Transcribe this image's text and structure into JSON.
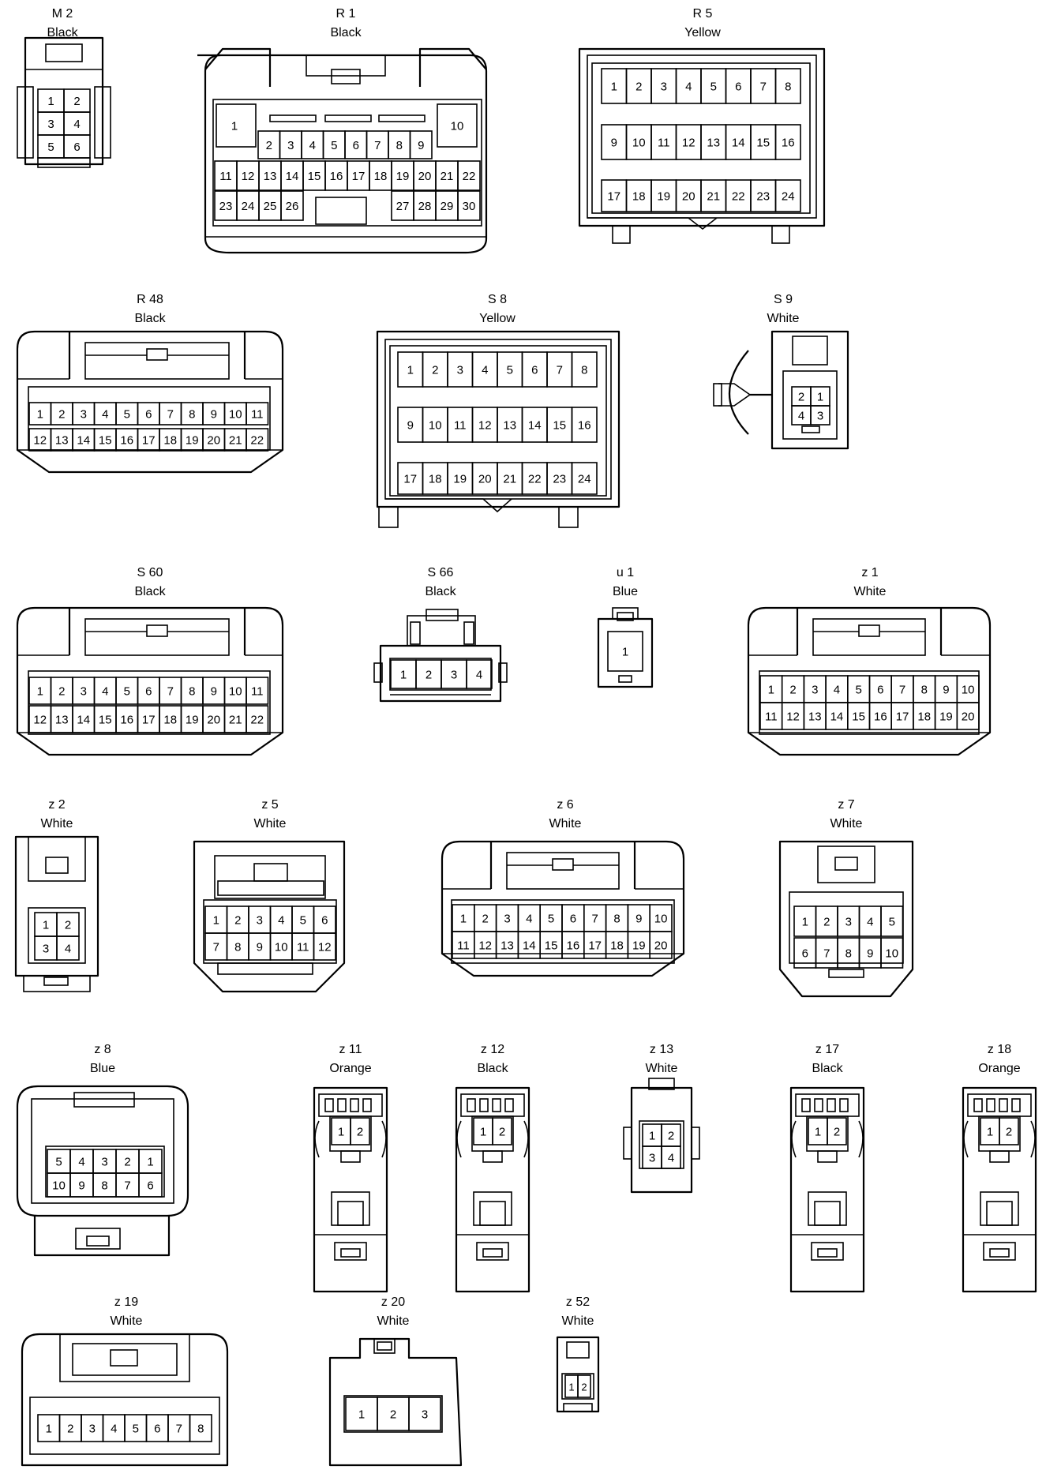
{
  "connectors": [
    {
      "id": "M2",
      "name": "M 2",
      "color": "Black"
    },
    {
      "id": "R1",
      "name": "R 1",
      "color": "Black"
    },
    {
      "id": "R5",
      "name": "R 5",
      "color": "Yellow"
    },
    {
      "id": "R48",
      "name": "R 48",
      "color": "Black"
    },
    {
      "id": "S8",
      "name": "S 8",
      "color": "Yellow"
    },
    {
      "id": "S9",
      "name": "S 9",
      "color": "White"
    },
    {
      "id": "S60",
      "name": "S 60",
      "color": "Black"
    },
    {
      "id": "S66",
      "name": "S 66",
      "color": "Black"
    },
    {
      "id": "u1",
      "name": "u 1",
      "color": "Blue"
    },
    {
      "id": "z1",
      "name": "z 1",
      "color": "White"
    },
    {
      "id": "z2",
      "name": "z 2",
      "color": "White"
    },
    {
      "id": "z5",
      "name": "z 5",
      "color": "White"
    },
    {
      "id": "z6",
      "name": "z 6",
      "color": "White"
    },
    {
      "id": "z7",
      "name": "z 7",
      "color": "White"
    },
    {
      "id": "z8",
      "name": "z 8",
      "color": "Blue"
    },
    {
      "id": "z11",
      "name": "z 11",
      "color": "Orange"
    },
    {
      "id": "z12",
      "name": "z 12",
      "color": "Black"
    },
    {
      "id": "z13",
      "name": "z 13",
      "color": "White"
    },
    {
      "id": "z17",
      "name": "z 17",
      "color": "Black"
    },
    {
      "id": "z18",
      "name": "z 18",
      "color": "Orange"
    },
    {
      "id": "z19",
      "name": "z 19",
      "color": "White"
    },
    {
      "id": "z20",
      "name": "z 20",
      "color": "White"
    },
    {
      "id": "z52",
      "name": "z 52",
      "color": "White"
    }
  ]
}
